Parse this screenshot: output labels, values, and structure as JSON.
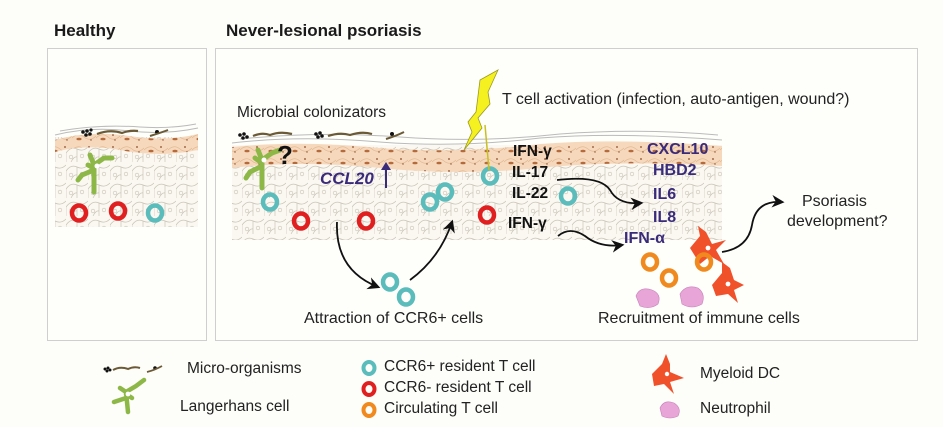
{
  "panels": {
    "healthy": {
      "title": "Healthy"
    },
    "never_lesional": {
      "title": "Never-lesional psoriasis"
    }
  },
  "annotations": {
    "microbial": "Microbial colonizators",
    "question": "?",
    "ccl20": "CCL20",
    "tcell_activation": "T cell activation (infection, auto-antigen, wound?)",
    "cytokines_left": [
      "IFN-γ",
      "IL-17",
      "IL-22",
      "IFN-γ"
    ],
    "mediators_right": [
      "CXCL10",
      "HBD2",
      "IL6",
      "IL8",
      "IFN-α"
    ],
    "attraction": "Attraction of CCR6+ cells",
    "recruitment": "Recruitment of immune cells",
    "psoriasis_dev_line1": "Psoriasis",
    "psoriasis_dev_line2": "development?"
  },
  "legend": {
    "micro_organisms": "Micro-organisms",
    "langerhans": "Langerhans cell",
    "ccr6_plus": "CCR6+ resident T cell",
    "ccr6_minus": "CCR6- resident T cell",
    "circulating": "Circulating T cell",
    "myeloid_dc": "Myeloid DC",
    "neutrophil": "Neutrophil"
  },
  "colors": {
    "ccr6_plus": "#5bbcbc",
    "ccr6_minus": "#e02020",
    "circulating": "#f08a1e",
    "myeloid_dc": "#f0502a",
    "neutrophil": "#e8a6d8",
    "langerhans": "#8db848",
    "mediator_text": "#3a2a7a",
    "lightning": "#f5f020"
  }
}
